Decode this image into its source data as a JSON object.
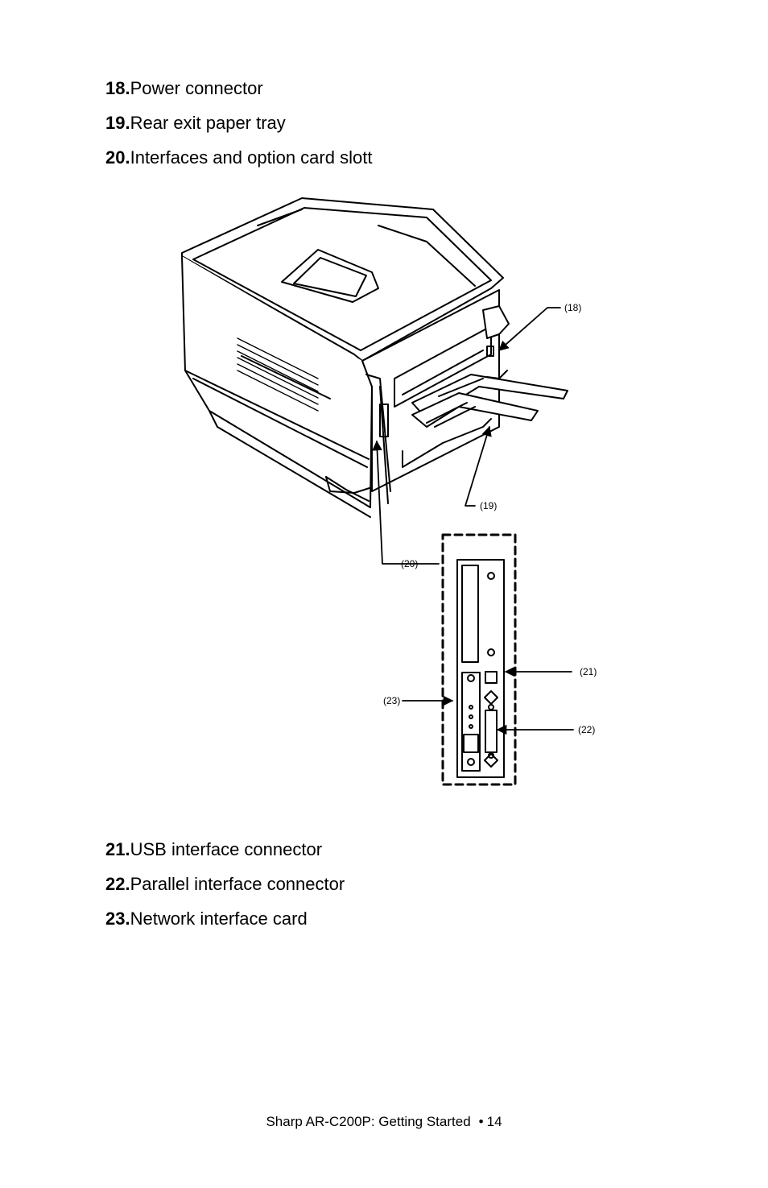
{
  "top_list": [
    {
      "number": "18.",
      "text": "Power connector"
    },
    {
      "number": "19.",
      "text": "Rear exit paper tray"
    },
    {
      "number": "20.",
      "text": "Interfaces and option card slott"
    }
  ],
  "bottom_list": [
    {
      "number": "21.",
      "text": "USB interface connector"
    },
    {
      "number": "22.",
      "text": "Parallel interface connector"
    },
    {
      "number": "23.",
      "text": "Network interface card"
    }
  ],
  "figure": {
    "callouts": {
      "c18": "(18)",
      "c19": "(19)",
      "c20": "(20)",
      "c21": "(21)",
      "c22": "(22)",
      "c23": "(23)"
    }
  },
  "footer": {
    "title": "Sharp AR-C200P: Getting Started",
    "bullet": "•",
    "page": "14"
  }
}
